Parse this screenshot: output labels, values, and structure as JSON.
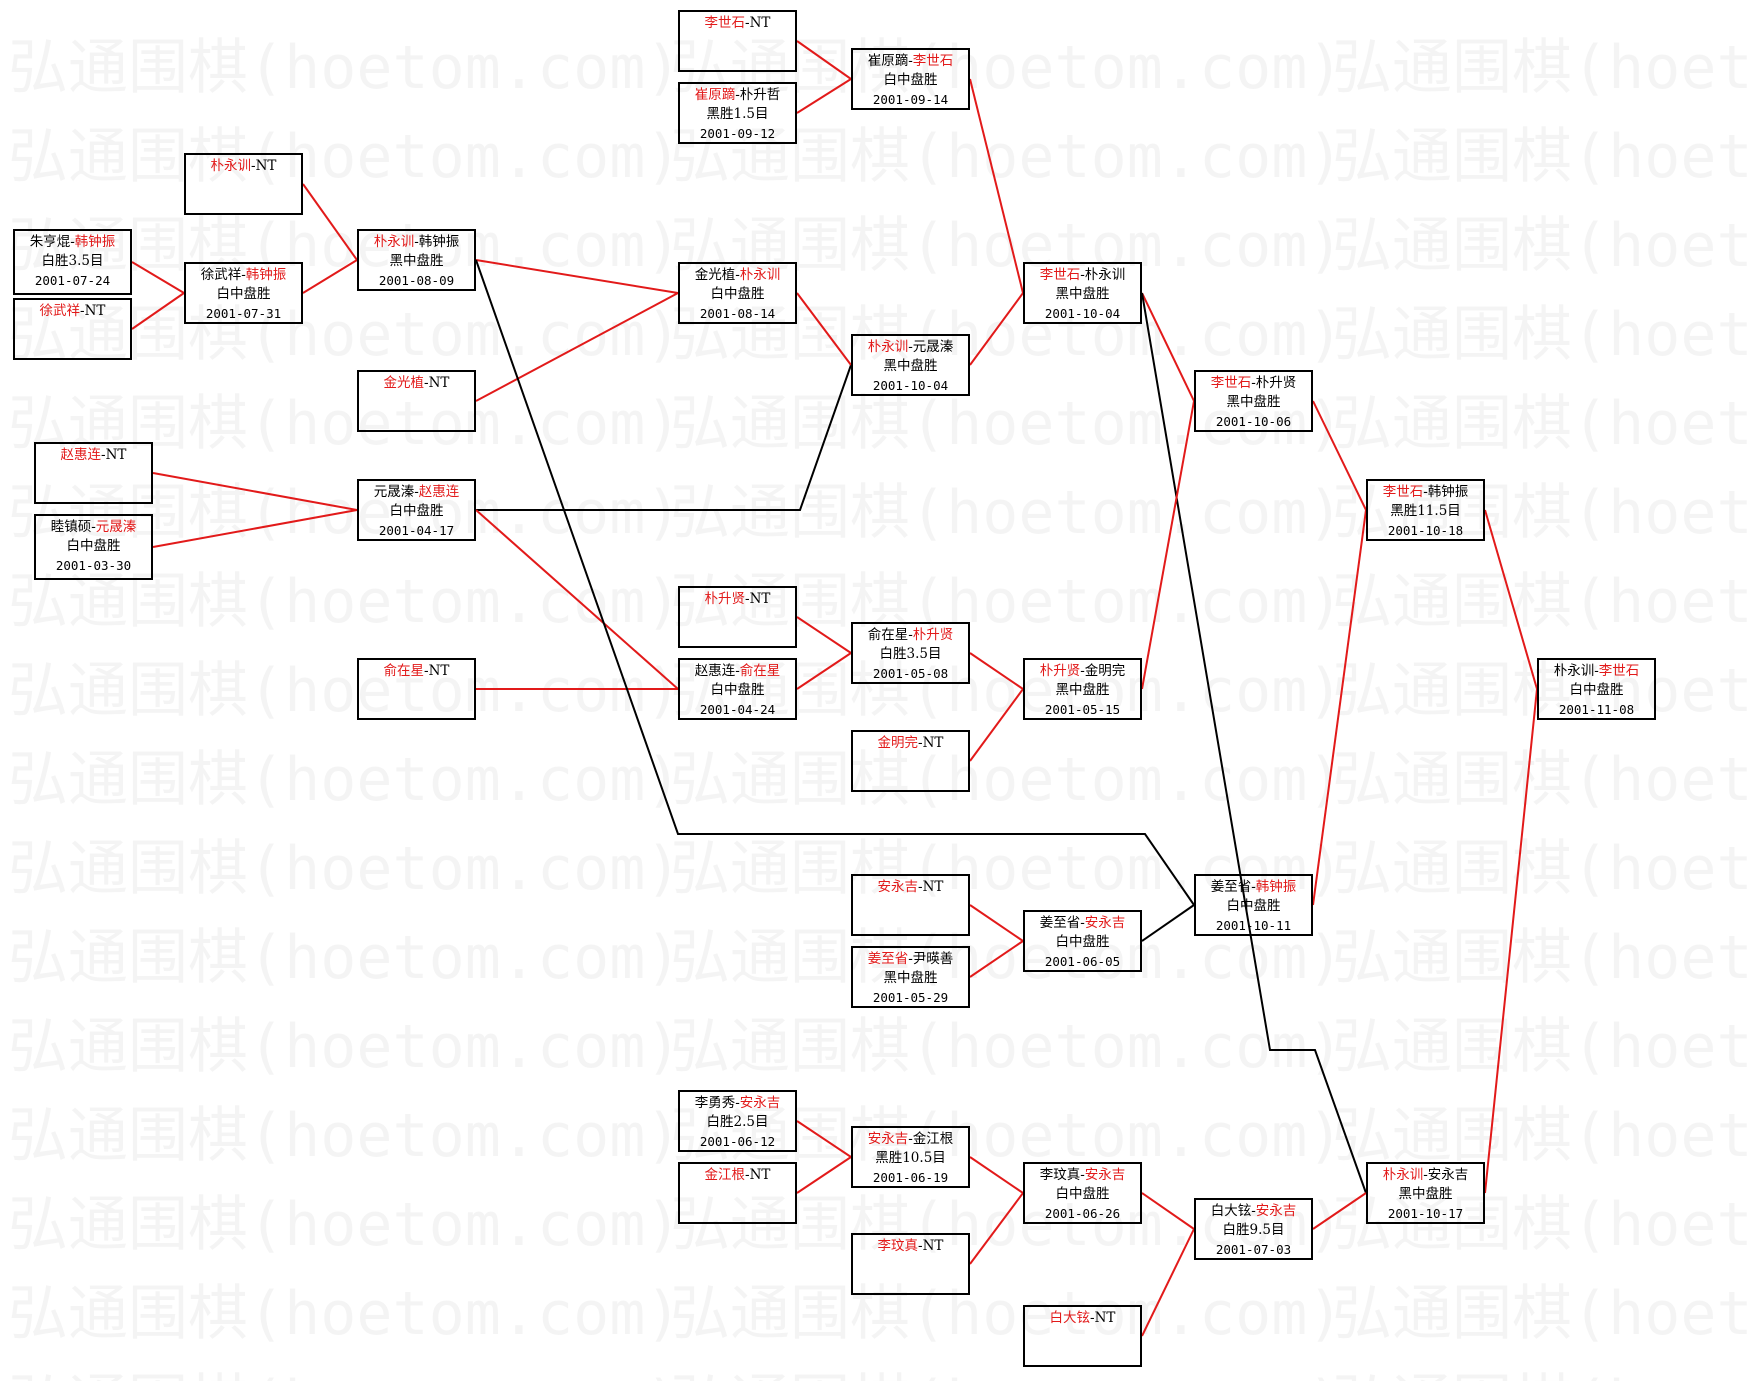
{
  "watermark": "弘通围棋(hoetom.com)",
  "colors": {
    "winner": "#e21a1a",
    "loser": "#000000",
    "line_win": "#e21a1a",
    "line_lose": "#000000"
  },
  "nodes": {
    "n1": {
      "p1": "朱亨焜",
      "sep": "-",
      "p2": "韩钟振",
      "win": 2,
      "result": "白胜3.5目",
      "date": "2001-07-24"
    },
    "n2": {
      "p1": "徐武祥",
      "sep": "-",
      "p2": "NT",
      "win": 1,
      "result": "",
      "date": ""
    },
    "n3": {
      "p1": "朴永训",
      "sep": "-",
      "p2": "NT",
      "win": 1,
      "result": "",
      "date": ""
    },
    "n4": {
      "p1": "徐武祥",
      "sep": "-",
      "p2": "韩钟振",
      "win": 2,
      "result": "白中盘胜",
      "date": "2001-07-31"
    },
    "n5": {
      "p1": "朴永训",
      "sep": "-",
      "p2": "韩钟振",
      "win": 1,
      "result": "黑中盘胜",
      "date": "2001-08-09"
    },
    "n6": {
      "p1": "金光植",
      "sep": "-",
      "p2": "NT",
      "win": 1,
      "result": "",
      "date": ""
    },
    "n7": {
      "p1": "赵惠连",
      "sep": "-",
      "p2": "NT",
      "win": 1,
      "result": "",
      "date": ""
    },
    "n8": {
      "p1": "睦镇硕",
      "sep": "-",
      "p2": "元晟溱",
      "win": 2,
      "result": "白中盘胜",
      "date": "2001-03-30"
    },
    "n9": {
      "p1": "元晟溱",
      "sep": "-",
      "p2": "赵惠连",
      "win": 2,
      "result": "白中盘胜",
      "date": "2001-04-17"
    },
    "n10": {
      "p1": "俞在星",
      "sep": "-",
      "p2": "NT",
      "win": 1,
      "result": "",
      "date": ""
    },
    "n11": {
      "p1": "李世石",
      "sep": "-",
      "p2": "NT",
      "win": 1,
      "result": "",
      "date": ""
    },
    "n12": {
      "p1": "崔原蹢",
      "sep": "-",
      "p2": "朴升哲",
      "win": 1,
      "result": "黑胜1.5目",
      "date": "2001-09-12"
    },
    "n13": {
      "p1": "崔原蹢",
      "sep": "-",
      "p2": "李世石",
      "win": 2,
      "result": "白中盘胜",
      "date": "2001-09-14"
    },
    "n14": {
      "p1": "金光植",
      "sep": "-",
      "p2": "朴永训",
      "win": 2,
      "result": "白中盘胜",
      "date": "2001-08-14"
    },
    "n15": {
      "p1": "朴永训",
      "sep": "-",
      "p2": "元晟溱",
      "win": 1,
      "result": "黑中盘胜",
      "date": "2001-10-04"
    },
    "n16": {
      "p1": "李世石",
      "sep": "-",
      "p2": "朴永训",
      "win": 1,
      "result": "黑中盘胜",
      "date": "2001-10-04"
    },
    "n17": {
      "p1": "朴升贤",
      "sep": "-",
      "p2": "NT",
      "win": 1,
      "result": "",
      "date": ""
    },
    "n18": {
      "p1": "赵惠连",
      "sep": "-",
      "p2": "俞在星",
      "win": 2,
      "result": "白中盘胜",
      "date": "2001-04-24"
    },
    "n19": {
      "p1": "俞在星",
      "sep": "-",
      "p2": "朴升贤",
      "win": 2,
      "result": "白胜3.5目",
      "date": "2001-05-08"
    },
    "n20": {
      "p1": "金明完",
      "sep": "-",
      "p2": "NT",
      "win": 1,
      "result": "",
      "date": ""
    },
    "n21": {
      "p1": "朴升贤",
      "sep": "-",
      "p2": "金明完",
      "win": 1,
      "result": "黑中盘胜",
      "date": "2001-05-15"
    },
    "n22": {
      "p1": "李世石",
      "sep": "-",
      "p2": "朴升贤",
      "win": 1,
      "result": "黑中盘胜",
      "date": "2001-10-06"
    },
    "n23": {
      "p1": "李世石",
      "sep": "-",
      "p2": "韩钟振",
      "win": 1,
      "result": "黑胜11.5目",
      "date": "2001-10-18"
    },
    "n24": {
      "p1": "朴永训",
      "sep": "-",
      "p2": "李世石",
      "win": 2,
      "result": "白中盘胜",
      "date": "2001-11-08"
    },
    "n25": {
      "p1": "安永吉",
      "sep": "-",
      "p2": "NT",
      "win": 1,
      "result": "",
      "date": ""
    },
    "n26": {
      "p1": "姜至省",
      "sep": "-",
      "p2": "尹暎善",
      "win": 1,
      "result": "黑中盘胜",
      "date": "2001-05-29"
    },
    "n27": {
      "p1": "姜至省",
      "sep": "-",
      "p2": "安永吉",
      "win": 2,
      "result": "白中盘胜",
      "date": "2001-06-05"
    },
    "n28": {
      "p1": "姜至省",
      "sep": "-",
      "p2": "韩钟振",
      "win": 2,
      "result": "白中盘胜",
      "date": "2001-10-11"
    },
    "n29": {
      "p1": "李勇秀",
      "sep": "-",
      "p2": "安永吉",
      "win": 2,
      "result": "白胜2.5目",
      "date": "2001-06-12"
    },
    "n30": {
      "p1": "金江根",
      "sep": "-",
      "p2": "NT",
      "win": 1,
      "result": "",
      "date": ""
    },
    "n31": {
      "p1": "安永吉",
      "sep": "-",
      "p2": "金江根",
      "win": 1,
      "result": "黑胜10.5目",
      "date": "2001-06-19"
    },
    "n32": {
      "p1": "李玟真",
      "sep": "-",
      "p2": "NT",
      "win": 1,
      "result": "",
      "date": ""
    },
    "n33": {
      "p1": "李玟真",
      "sep": "-",
      "p2": "安永吉",
      "win": 2,
      "result": "白中盘胜",
      "date": "2001-06-26"
    },
    "n34": {
      "p1": "白大铉",
      "sep": "-",
      "p2": "NT",
      "win": 1,
      "result": "",
      "date": ""
    },
    "n35": {
      "p1": "白大铉",
      "sep": "-",
      "p2": "安永吉",
      "win": 2,
      "result": "白胜9.5目",
      "date": "2001-07-03"
    },
    "n36": {
      "p1": "朴永训",
      "sep": "-",
      "p2": "安永吉",
      "win": 1,
      "result": "黑中盘胜",
      "date": "2001-10-17"
    }
  },
  "edges": [
    {
      "from": "n1",
      "to": "n4",
      "winner": true
    },
    {
      "from": "n2",
      "to": "n4",
      "winner": true
    },
    {
      "from": "n3",
      "to": "n5",
      "winner": true
    },
    {
      "from": "n4",
      "to": "n5",
      "winner": true
    },
    {
      "from": "n5",
      "to": "n14",
      "winner": true
    },
    {
      "from": "n6",
      "to": "n14",
      "winner": true
    },
    {
      "from": "n7",
      "to": "n9",
      "winner": true
    },
    {
      "from": "n8",
      "to": "n9",
      "winner": true
    },
    {
      "from": "n9",
      "to": "n15",
      "winner": false
    },
    {
      "from": "n9",
      "to": "n18",
      "winner": true
    },
    {
      "from": "n10",
      "to": "n18",
      "winner": true
    },
    {
      "from": "n5",
      "to": "n28",
      "winner": false
    },
    {
      "from": "n11",
      "to": "n13",
      "winner": true
    },
    {
      "from": "n12",
      "to": "n13",
      "winner": true
    },
    {
      "from": "n14",
      "to": "n15",
      "winner": true
    },
    {
      "from": "n13",
      "to": "n16",
      "winner": true
    },
    {
      "from": "n15",
      "to": "n16",
      "winner": true
    },
    {
      "from": "n16",
      "to": "n22",
      "winner": true
    },
    {
      "from": "n16",
      "to": "n36",
      "winner": false
    },
    {
      "from": "n17",
      "to": "n19",
      "winner": true
    },
    {
      "from": "n18",
      "to": "n19",
      "winner": true
    },
    {
      "from": "n19",
      "to": "n21",
      "winner": true
    },
    {
      "from": "n20",
      "to": "n21",
      "winner": true
    },
    {
      "from": "n21",
      "to": "n22",
      "winner": true
    },
    {
      "from": "n22",
      "to": "n23",
      "winner": true
    },
    {
      "from": "n28",
      "to": "n23",
      "winner": true
    },
    {
      "from": "n23",
      "to": "n24",
      "winner": true
    },
    {
      "from": "n36",
      "to": "n24",
      "winner": true
    },
    {
      "from": "n25",
      "to": "n27",
      "winner": true
    },
    {
      "from": "n26",
      "to": "n27",
      "winner": true
    },
    {
      "from": "n27",
      "to": "n28",
      "winner": false
    },
    {
      "from": "n29",
      "to": "n31",
      "winner": true
    },
    {
      "from": "n30",
      "to": "n31",
      "winner": true
    },
    {
      "from": "n31",
      "to": "n33",
      "winner": true
    },
    {
      "from": "n32",
      "to": "n33",
      "winner": true
    },
    {
      "from": "n33",
      "to": "n35",
      "winner": true
    },
    {
      "from": "n34",
      "to": "n35",
      "winner": true
    },
    {
      "from": "n35",
      "to": "n36",
      "winner": true
    }
  ]
}
